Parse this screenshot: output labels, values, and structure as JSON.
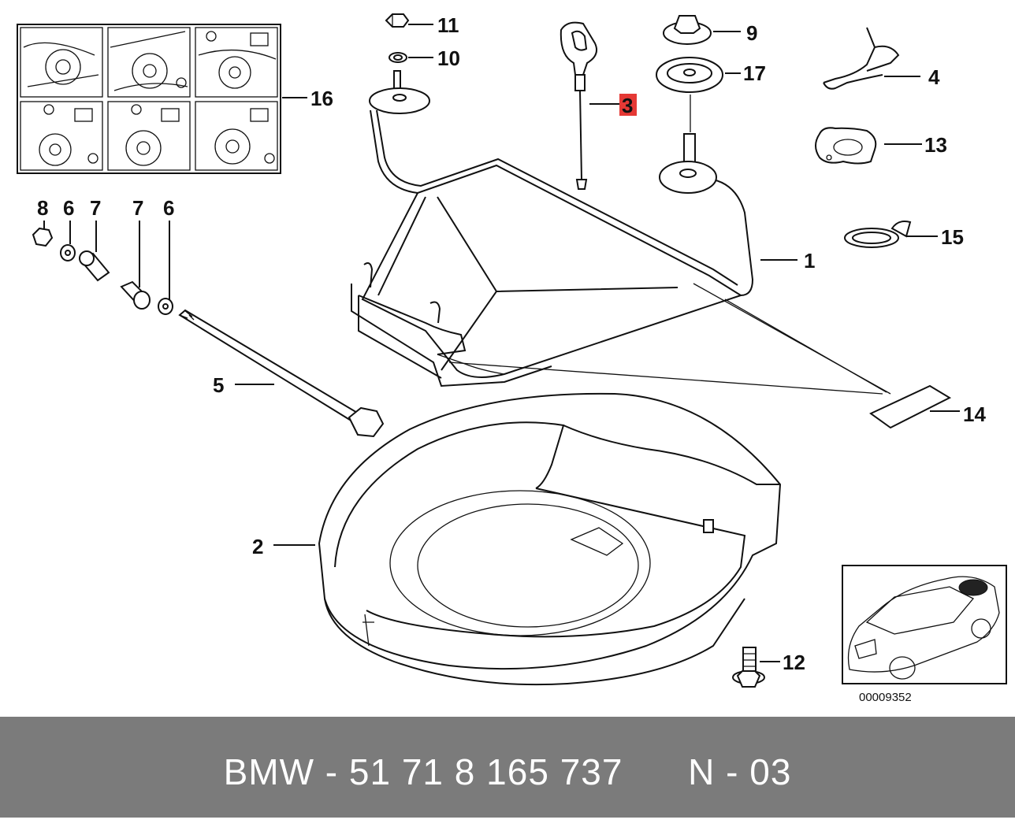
{
  "diagram": {
    "drawing_number": "00009352",
    "callouts": [
      {
        "id": "c1",
        "label": "1"
      },
      {
        "id": "c2",
        "label": "2"
      },
      {
        "id": "c3",
        "label": "3"
      },
      {
        "id": "c4",
        "label": "4"
      },
      {
        "id": "c5",
        "label": "5"
      },
      {
        "id": "c6a",
        "label": "6"
      },
      {
        "id": "c6b",
        "label": "6"
      },
      {
        "id": "c7a",
        "label": "7"
      },
      {
        "id": "c7b",
        "label": "7"
      },
      {
        "id": "c8",
        "label": "8"
      },
      {
        "id": "c9",
        "label": "9"
      },
      {
        "id": "c10",
        "label": "10"
      },
      {
        "id": "c11",
        "label": "11"
      },
      {
        "id": "c12",
        "label": "12"
      },
      {
        "id": "c13",
        "label": "13"
      },
      {
        "id": "c14",
        "label": "14"
      },
      {
        "id": "c15",
        "label": "15"
      },
      {
        "id": "c16",
        "label": "16"
      },
      {
        "id": "c17",
        "label": "17"
      }
    ],
    "highlighted_callout": "3",
    "highlight_color": "#e53935"
  },
  "footer": {
    "brand": "BMW",
    "part_number": "51 71 8 165 737",
    "code": "N - 03",
    "background": "#7b7b7b"
  }
}
